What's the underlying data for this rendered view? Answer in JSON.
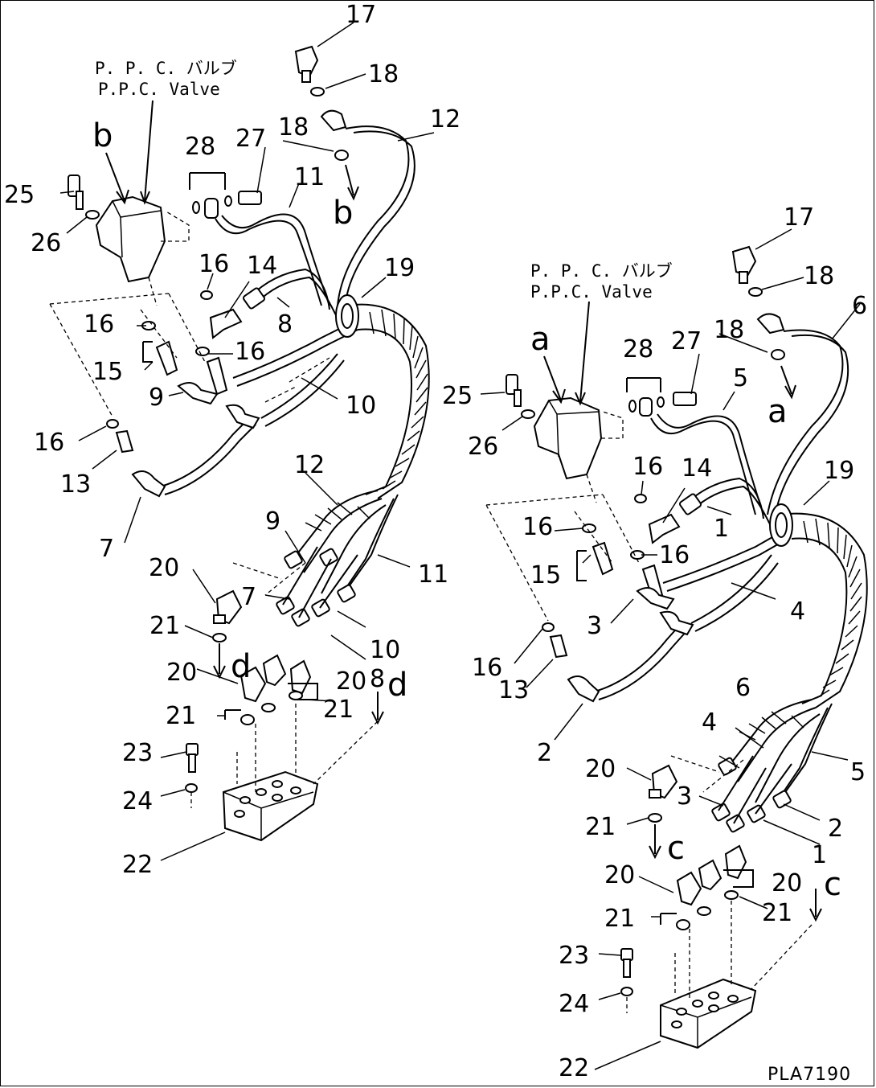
{
  "labels": {
    "l17": "17",
    "l18a": "18",
    "l18b": "18",
    "l12": "12",
    "l28": "28",
    "l27": "27",
    "l11": "11",
    "l25": "25",
    "l26": "26",
    "l16a": "16",
    "l14": "14",
    "l19": "19",
    "l16b": "16",
    "l16c": "16",
    "l8": "8",
    "l15": "15",
    "l9": "9",
    "l10": "10",
    "l16d": "16",
    "l13": "13",
    "l7": "7",
    "l12b": "12",
    "l9b": "9",
    "l20a": "20",
    "l11b": "11",
    "l7b": "7",
    "l21a": "21",
    "l10b": "10",
    "l8b": "8",
    "l20b": "20",
    "l20c": "20",
    "l21b": "21",
    "l21c": "21",
    "l23": "23",
    "l24": "24",
    "l22": "22",
    "r17": "17",
    "r18a": "18",
    "r6": "6",
    "r18b": "18",
    "r28": "28",
    "r27": "27",
    "r5": "5",
    "r25": "25",
    "r26": "26",
    "r16a": "16",
    "r14": "14",
    "r19": "19",
    "r1": "1",
    "r16b": "16",
    "r16c": "16",
    "r15": "15",
    "r3": "3",
    "r4": "4",
    "r16d": "16",
    "r13": "13",
    "r6b": "6",
    "r4b": "4",
    "r2": "2",
    "r20a": "20",
    "r5b": "5",
    "r3b": "3",
    "r2b": "2",
    "r21a": "21",
    "r1b": "1",
    "r20b": "20",
    "r20c": "20",
    "r21b": "21",
    "r21c": "21",
    "r23": "23",
    "r24": "24",
    "r22": "22"
  },
  "view_letters": {
    "b_top": "b",
    "b_arrow": "b",
    "d_left": "d",
    "d_right": "d",
    "a_top": "a",
    "a_arrow": "a",
    "c_left": "c",
    "c_right": "c"
  },
  "captions": {
    "left_jp": "P. P. C. バルブ",
    "left_en": "P.P.C. Valve",
    "right_jp": "P. P. C. バルブ",
    "right_en": "P.P.C. Valve"
  },
  "drawing_code": "PLA7190"
}
